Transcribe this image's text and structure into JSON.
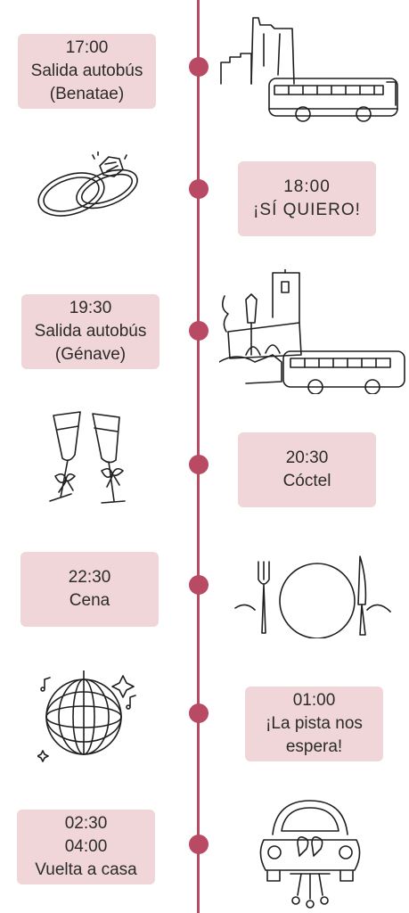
{
  "colors": {
    "line": "#b84a64",
    "card": "#f0d6d8",
    "text": "#2b2b2b"
  },
  "events": [
    {
      "lines": [
        "17:00",
        "Salida autobús",
        "(Benatae)"
      ],
      "icon": "castle-bus-icon"
    },
    {
      "lines": [
        "18:00",
        "¡SÍ QUIERO!"
      ],
      "icon": "wedding-rings-icon"
    },
    {
      "lines": [
        "19:30",
        "Salida autobús",
        "(Génave)"
      ],
      "icon": "church-bus-icon"
    },
    {
      "lines": [
        "20:30",
        "Cóctel"
      ],
      "icon": "champagne-glasses-icon"
    },
    {
      "lines": [
        "22:30",
        "Cena"
      ],
      "icon": "plate-cutlery-icon"
    },
    {
      "lines": [
        "01:00",
        "¡La pista nos",
        "espera!"
      ],
      "icon": "disco-ball-icon"
    },
    {
      "lines": [
        "02:30",
        "04:00",
        "Vuelta a casa"
      ],
      "icon": "wedding-car-icon"
    }
  ]
}
